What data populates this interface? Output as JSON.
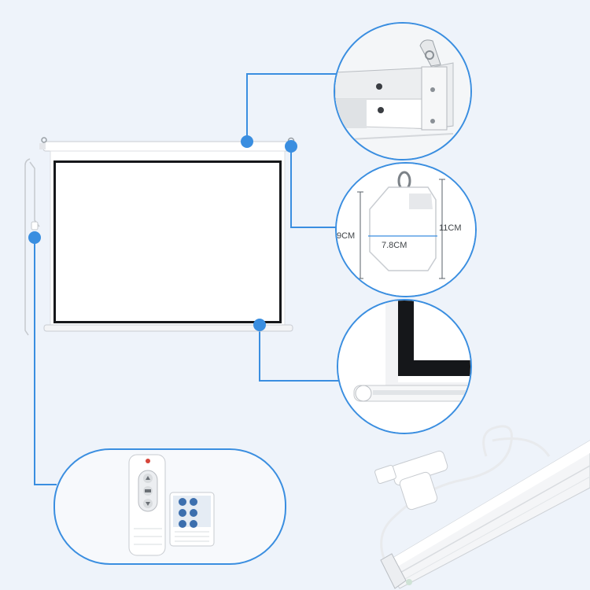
{
  "dimensions": {
    "width_label": "7.8CM",
    "left_label": "9CM",
    "right_label": "11CM"
  },
  "colors": {
    "accent": "#3a8ee0",
    "background": "#eef3fa",
    "screen_border": "#15171a"
  }
}
